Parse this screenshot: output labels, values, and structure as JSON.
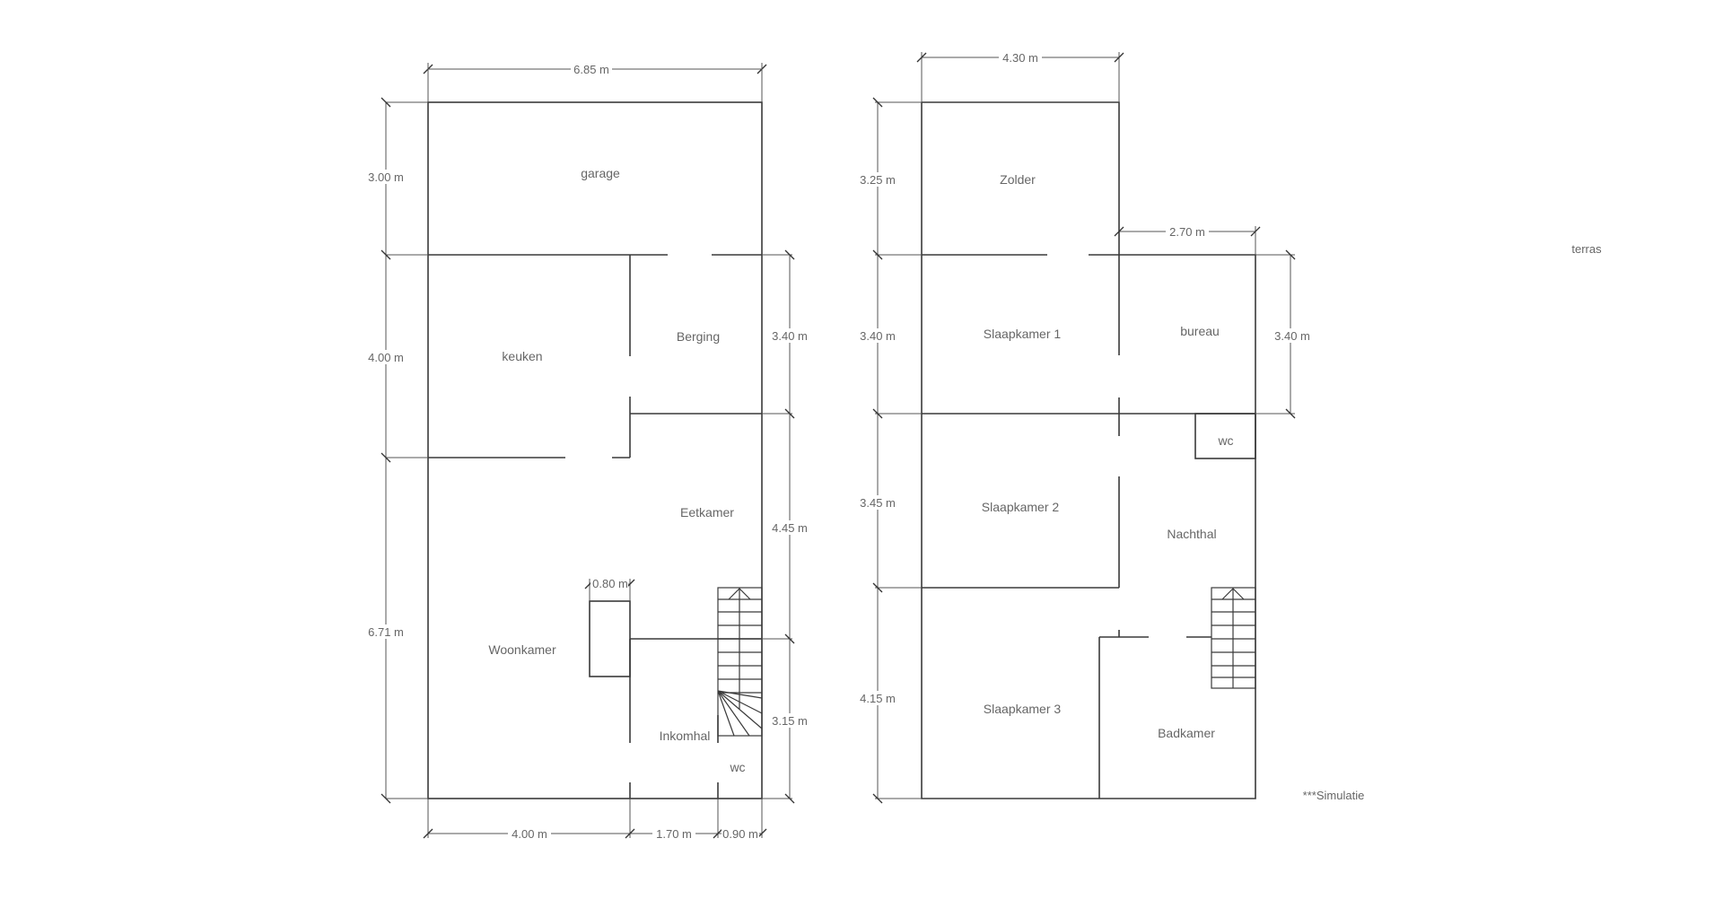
{
  "ground_floor": {
    "rooms": {
      "garage": "garage",
      "keuken": "keuken",
      "berging": "Berging",
      "eetkamer": "Eetkamer",
      "woonkamer": "Woonkamer",
      "inkomhal": "Inkomhal",
      "wc": "wc"
    },
    "dimensions": {
      "width_top": "6.85 m",
      "left_garage": "3.00 m",
      "left_keuken": "4.00 m",
      "left_woonkamer": "6.71 m",
      "right_berging": "3.40 m",
      "right_eetkamer": "4.45 m",
      "right_inkomhal": "3.15 m",
      "bottom_woonkamer": "4.00 m",
      "bottom_inkomhal": "1.70 m",
      "bottom_wc": "0.90 m",
      "chimney": "0.80 m"
    }
  },
  "first_floor": {
    "rooms": {
      "zolder": "Zolder",
      "slaapkamer1": "Slaapkamer 1",
      "bureau": "bureau",
      "wc": "wc",
      "slaapkamer2": "Slaapkamer 2",
      "nachthal": "Nachthal",
      "slaapkamer3": "Slaapkamer 3",
      "badkamer": "Badkamer"
    },
    "dimensions": {
      "width_top": "4.30 m",
      "bureau_width": "2.70 m",
      "left_zolder": "3.25 m",
      "left_slaapkamer1": "3.40 m",
      "left_slaapkamer2": "3.45 m",
      "left_slaapkamer3": "4.15 m",
      "right_bureau": "3.40 m"
    }
  },
  "notes": {
    "terras": "terras",
    "simulatie": "***Simulatie"
  }
}
